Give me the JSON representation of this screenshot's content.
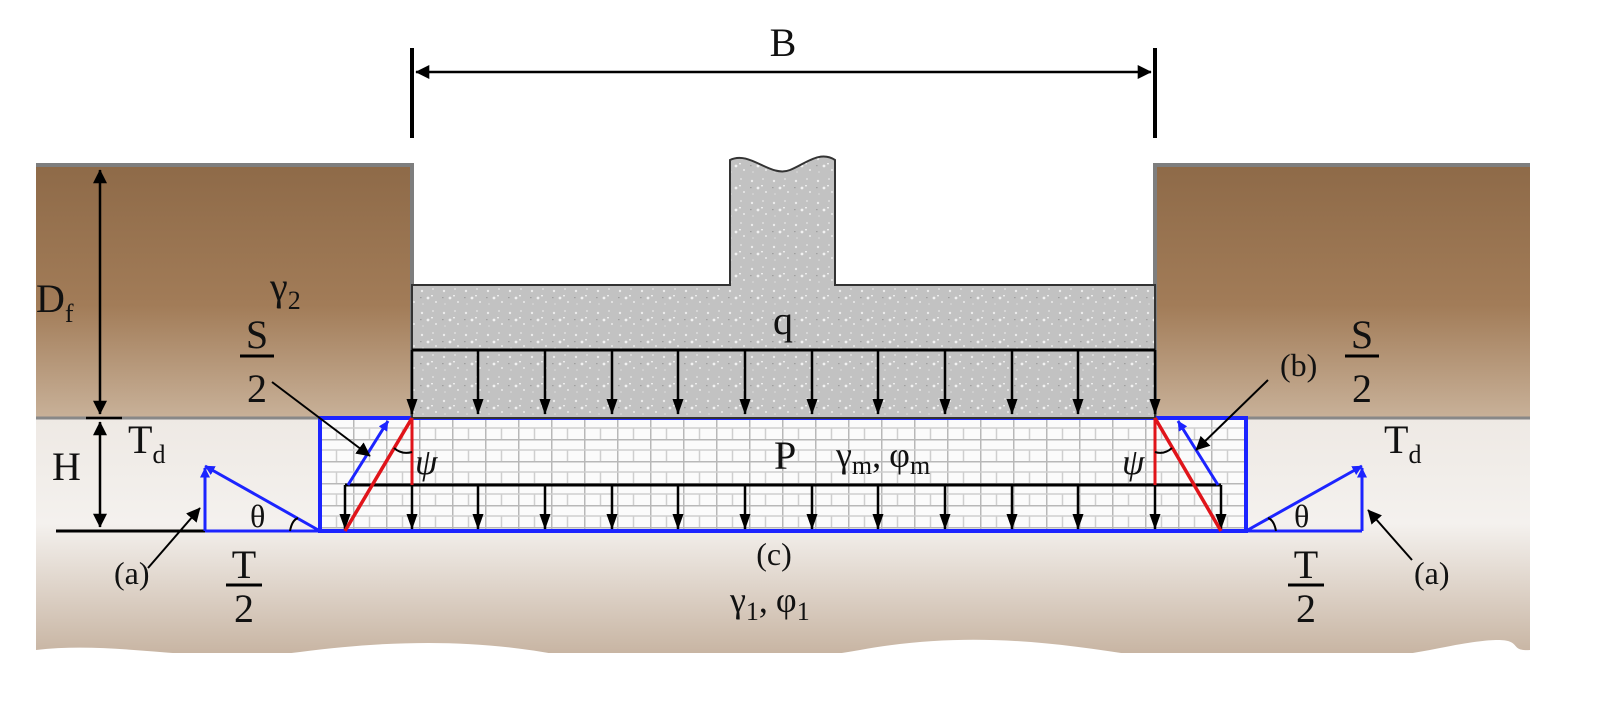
{
  "labels": {
    "width": "B",
    "depth_main": "D",
    "depth_sub": "f",
    "layer_thickness": "H",
    "surcharge": "q",
    "load": "P",
    "upper_soil_gamma": "γ",
    "upper_soil_sub": "2",
    "mat_gamma": "γ",
    "mat_gamma_sub": "m",
    "mat_phi": "φ",
    "mat_phi_sub": "m",
    "lower_soil_gamma": "γ",
    "lower_soil_gamma_sub": "1",
    "lower_soil_phi": "φ",
    "lower_soil_phi_sub": "1",
    "separator": ",",
    "shear_num": "S",
    "shear_den": "2",
    "tension_num": "T",
    "tension_den": "2",
    "tension_design_main": "T",
    "tension_design_sub": "d",
    "angle_theta": "θ",
    "angle_psi": "ψ",
    "marker_a": "(a)",
    "marker_b": "(b)",
    "marker_c": "(c)"
  },
  "colors": {
    "upper_soil": "#9a7350",
    "lower_soil": "#d7c9bd",
    "concrete": "#c4c4c4",
    "reinforcement_outline": "#1c24ff",
    "failure_line": "#e0141a",
    "grid": "#b9b9b9"
  }
}
